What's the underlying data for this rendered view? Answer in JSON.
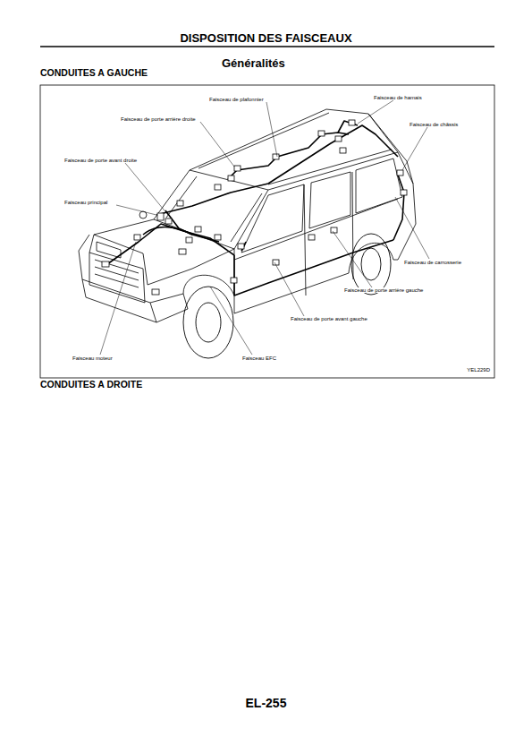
{
  "diagram": {
    "title": "DISPOSITION DES FAISCEAUX",
    "labels": [
      "CONDUITES A GAUCHE",
      "Généralités",
      "Faisceau de plafonnier",
      "Faisceau de hamais",
      "Faisceau de porte arrière droite",
      "Faisceau de châssis",
      "Faisceau de porte avant droite",
      "Faisceau principal",
      "Faisceau de carrosserie",
      "Faisceau de porte arrière gauche",
      "Faisceau de porte avant gauche",
      "Faisceau moteur",
      "Faisceau EFC",
      "YEL229D",
      "CONDUITES A DROITE",
      "EL-255"
    ]
  }
}
